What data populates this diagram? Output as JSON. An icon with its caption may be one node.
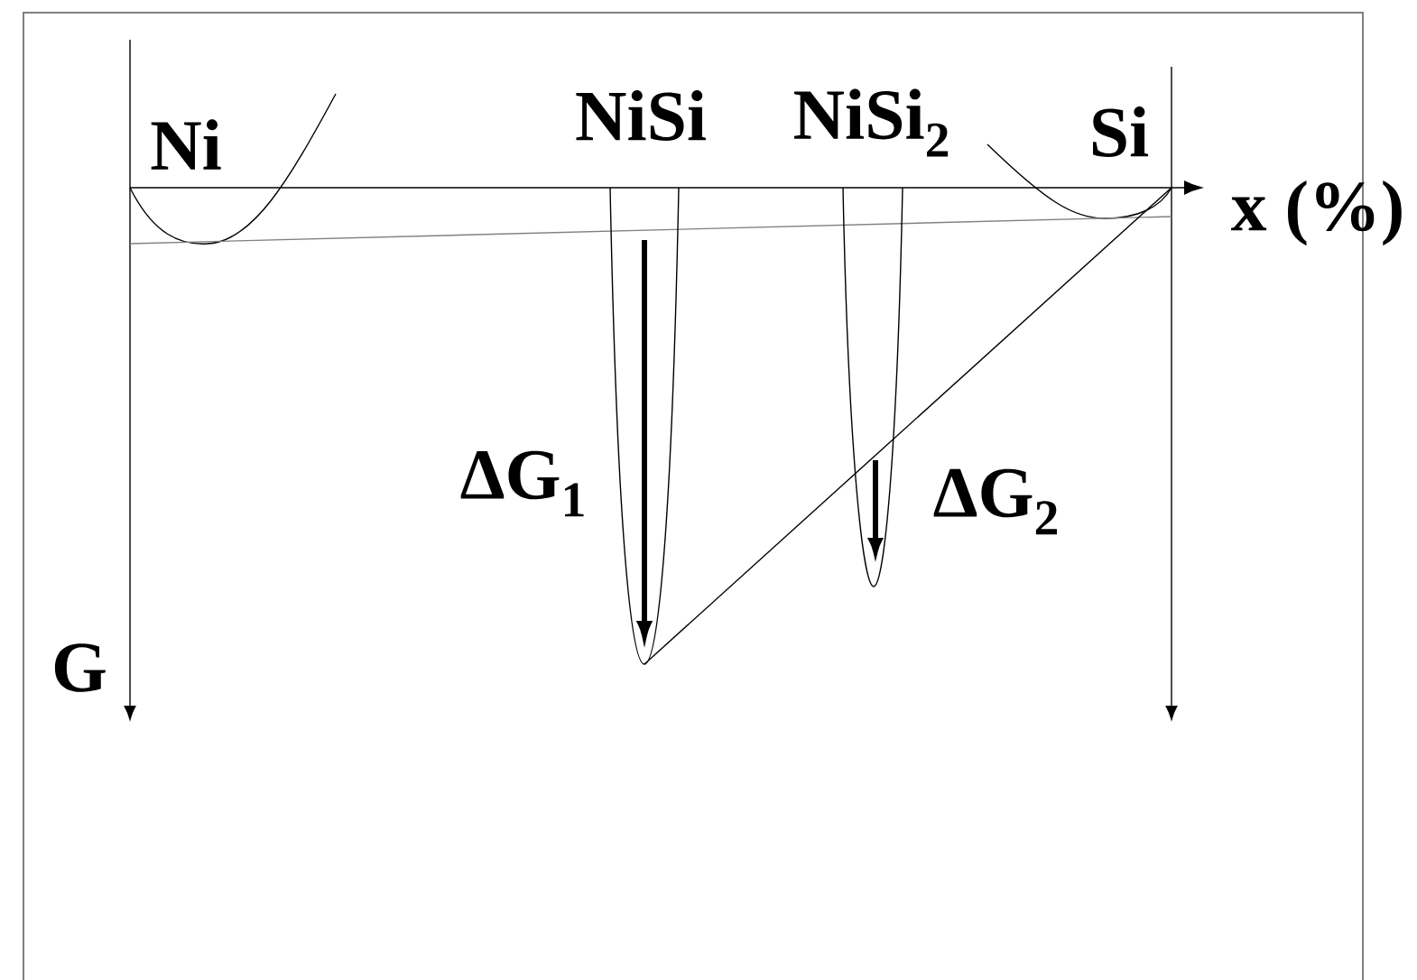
{
  "diagram": {
    "labels": [
      "Ni",
      "NiSi",
      "NiSi$_{2}$",
      "Si",
      "x (%)",
      "ΔG$_{1}$",
      "ΔG$_{2}$",
      "G"
    ]
  }
}
